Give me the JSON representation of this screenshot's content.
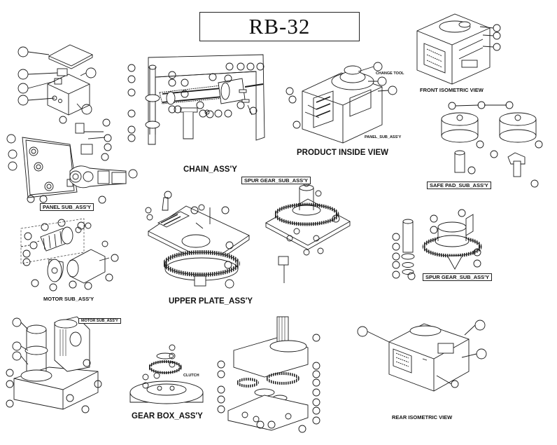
{
  "title": "RB-32",
  "captions": {
    "chain": "CHAIN_ASS'Y",
    "product_inside": "PRODUCT INSIDE VIEW",
    "front_iso": "FRONT ISOMETRIC VIEW",
    "safe_pad": "SAFE PAD_SUB_ASS'Y",
    "panel": "PANEL SUB_ASS'Y",
    "panel_small": "PANEL_SUB_ASS'Y",
    "spur_gear_top": "SPUR GEAR_SUB_ASS'Y",
    "spur_gear_right": "SPUR GEAR_SUB_ASS'Y",
    "motor_left": "MOTOR SUB_ASS'Y",
    "motor_small": "MOTOR SUB_ASS'Y",
    "upper_plate": "UPPER PLATE_ASS'Y",
    "gear_box": "GEAR BOX_ASS'Y",
    "rear_iso": "REAR ISOMETRIC VIEW",
    "change_tool": "CHANGE TOOL",
    "clutch": "CLUTCH"
  },
  "colors": {
    "ink": "#1a1a1a",
    "paper": "#ffffff",
    "gear": "#3a3a3a"
  }
}
